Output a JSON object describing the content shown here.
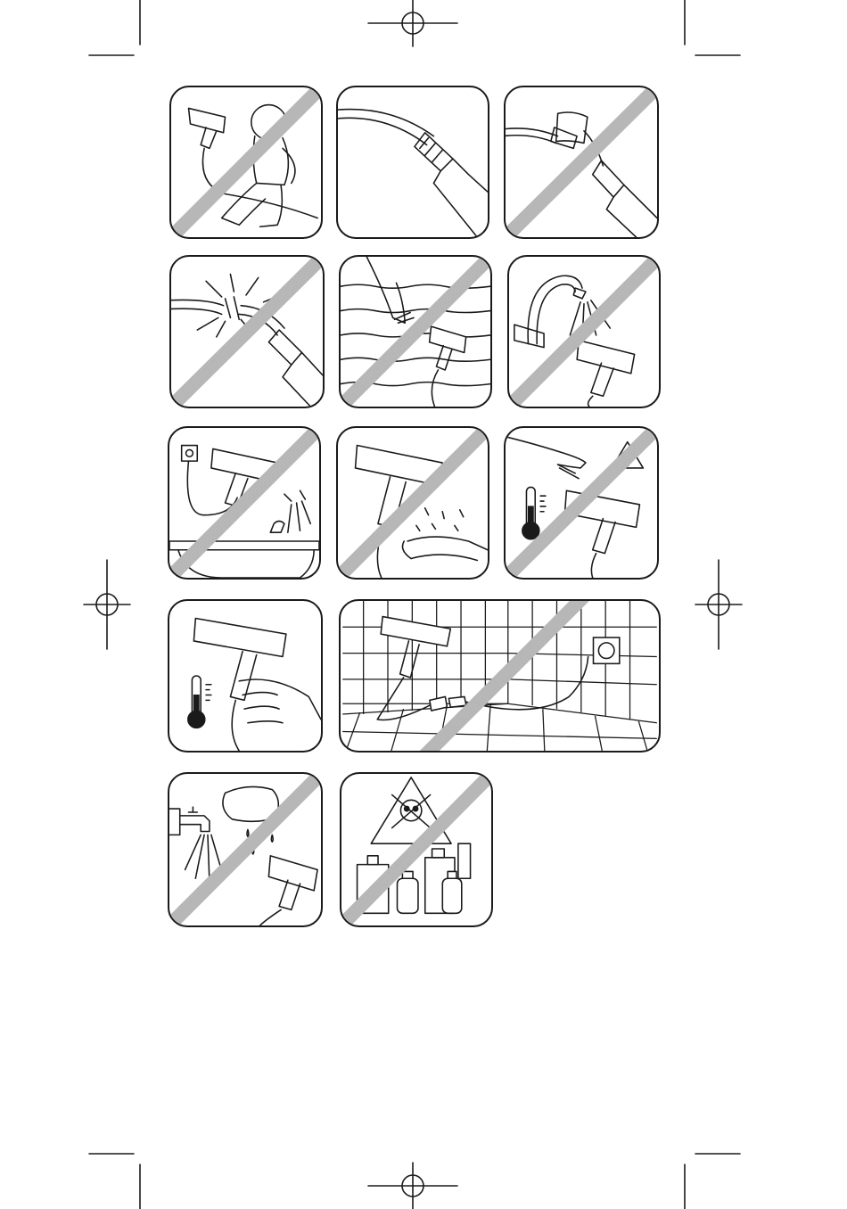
{
  "document": {
    "page_type": "pictogram-safety-sheet",
    "panels": [
      {
        "id": "child-with-dryer",
        "prohibited": true
      },
      {
        "id": "cord-ok",
        "prohibited": false
      },
      {
        "id": "cord-taped",
        "prohibited": true
      },
      {
        "id": "cord-damaged",
        "prohibited": true
      },
      {
        "id": "dryer-in-water",
        "prohibited": true
      },
      {
        "id": "dryer-under-tap",
        "prohibited": true
      },
      {
        "id": "dryer-near-bathtub",
        "prohibited": true
      },
      {
        "id": "wet-hands",
        "prohibited": true
      },
      {
        "id": "hot-dryer-warning",
        "prohibited": true
      },
      {
        "id": "hot-handle-ok",
        "prohibited": false
      },
      {
        "id": "extension-in-bathroom",
        "prohibited": true
      },
      {
        "id": "washing-dryer",
        "prohibited": true
      },
      {
        "id": "toxic-chemicals",
        "prohibited": true
      }
    ],
    "colors": {
      "line": "#1a1a1a",
      "slash": "#b7b7b7",
      "background": "#ffffff"
    },
    "icons": [
      "crop-mark-icon",
      "registration-mark-icon",
      "thermometer-icon",
      "warning-triangle-icon",
      "skull-crossbones-icon",
      "power-socket-icon",
      "hair-dryer-icon"
    ]
  }
}
